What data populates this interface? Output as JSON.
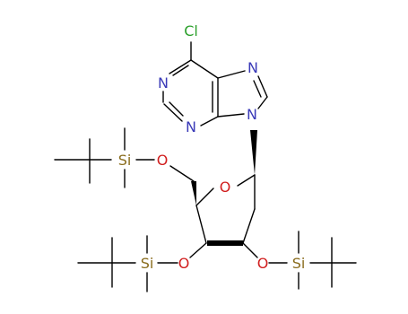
{
  "molecule": {
    "atoms": {
      "chlorine": {
        "label": "Cl",
        "color": "#2ca02c"
      },
      "n1": {
        "label": "N",
        "color": "#3a3ab8"
      },
      "n3": {
        "label": "N",
        "color": "#3a3ab8"
      },
      "n7": {
        "label": "N",
        "color": "#3a3ab8"
      },
      "n9": {
        "label": "N",
        "color": "#3a3ab8"
      },
      "o5prime": {
        "label": "O",
        "color": "#d11f1f"
      },
      "ring_oxygen": {
        "label": "O",
        "color": "#d11f1f"
      },
      "o3prime": {
        "label": "O",
        "color": "#d11f1f"
      },
      "o2prime": {
        "label": "O",
        "color": "#d11f1f"
      },
      "si_top": {
        "label": "Si",
        "color": "#8a6d1e"
      },
      "si_left": {
        "label": "Si",
        "color": "#8a6d1e"
      },
      "si_right": {
        "label": "Si",
        "color": "#8a6d1e"
      }
    },
    "bond_color": "#000000",
    "background": "#ffffff"
  }
}
